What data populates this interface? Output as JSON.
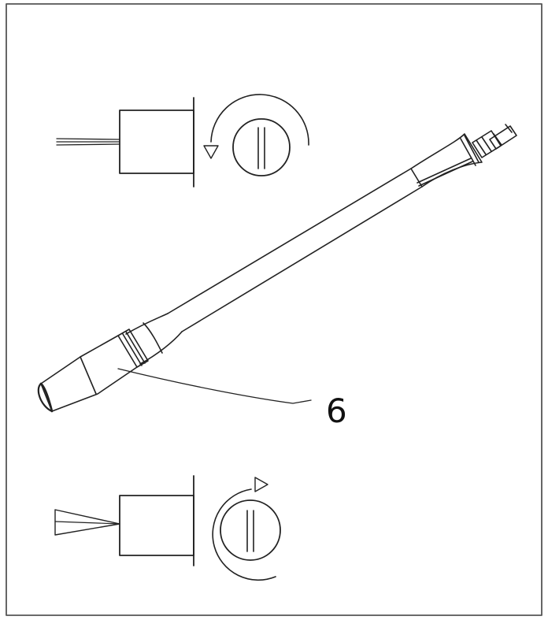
{
  "figure": {
    "callout_label": "6",
    "parts": [
      "spray-lance",
      "nozzle",
      "narrow-jet-setting",
      "wide-fan-setting"
    ]
  },
  "colors": {
    "stroke": "#222222",
    "background": "#ffffff"
  }
}
